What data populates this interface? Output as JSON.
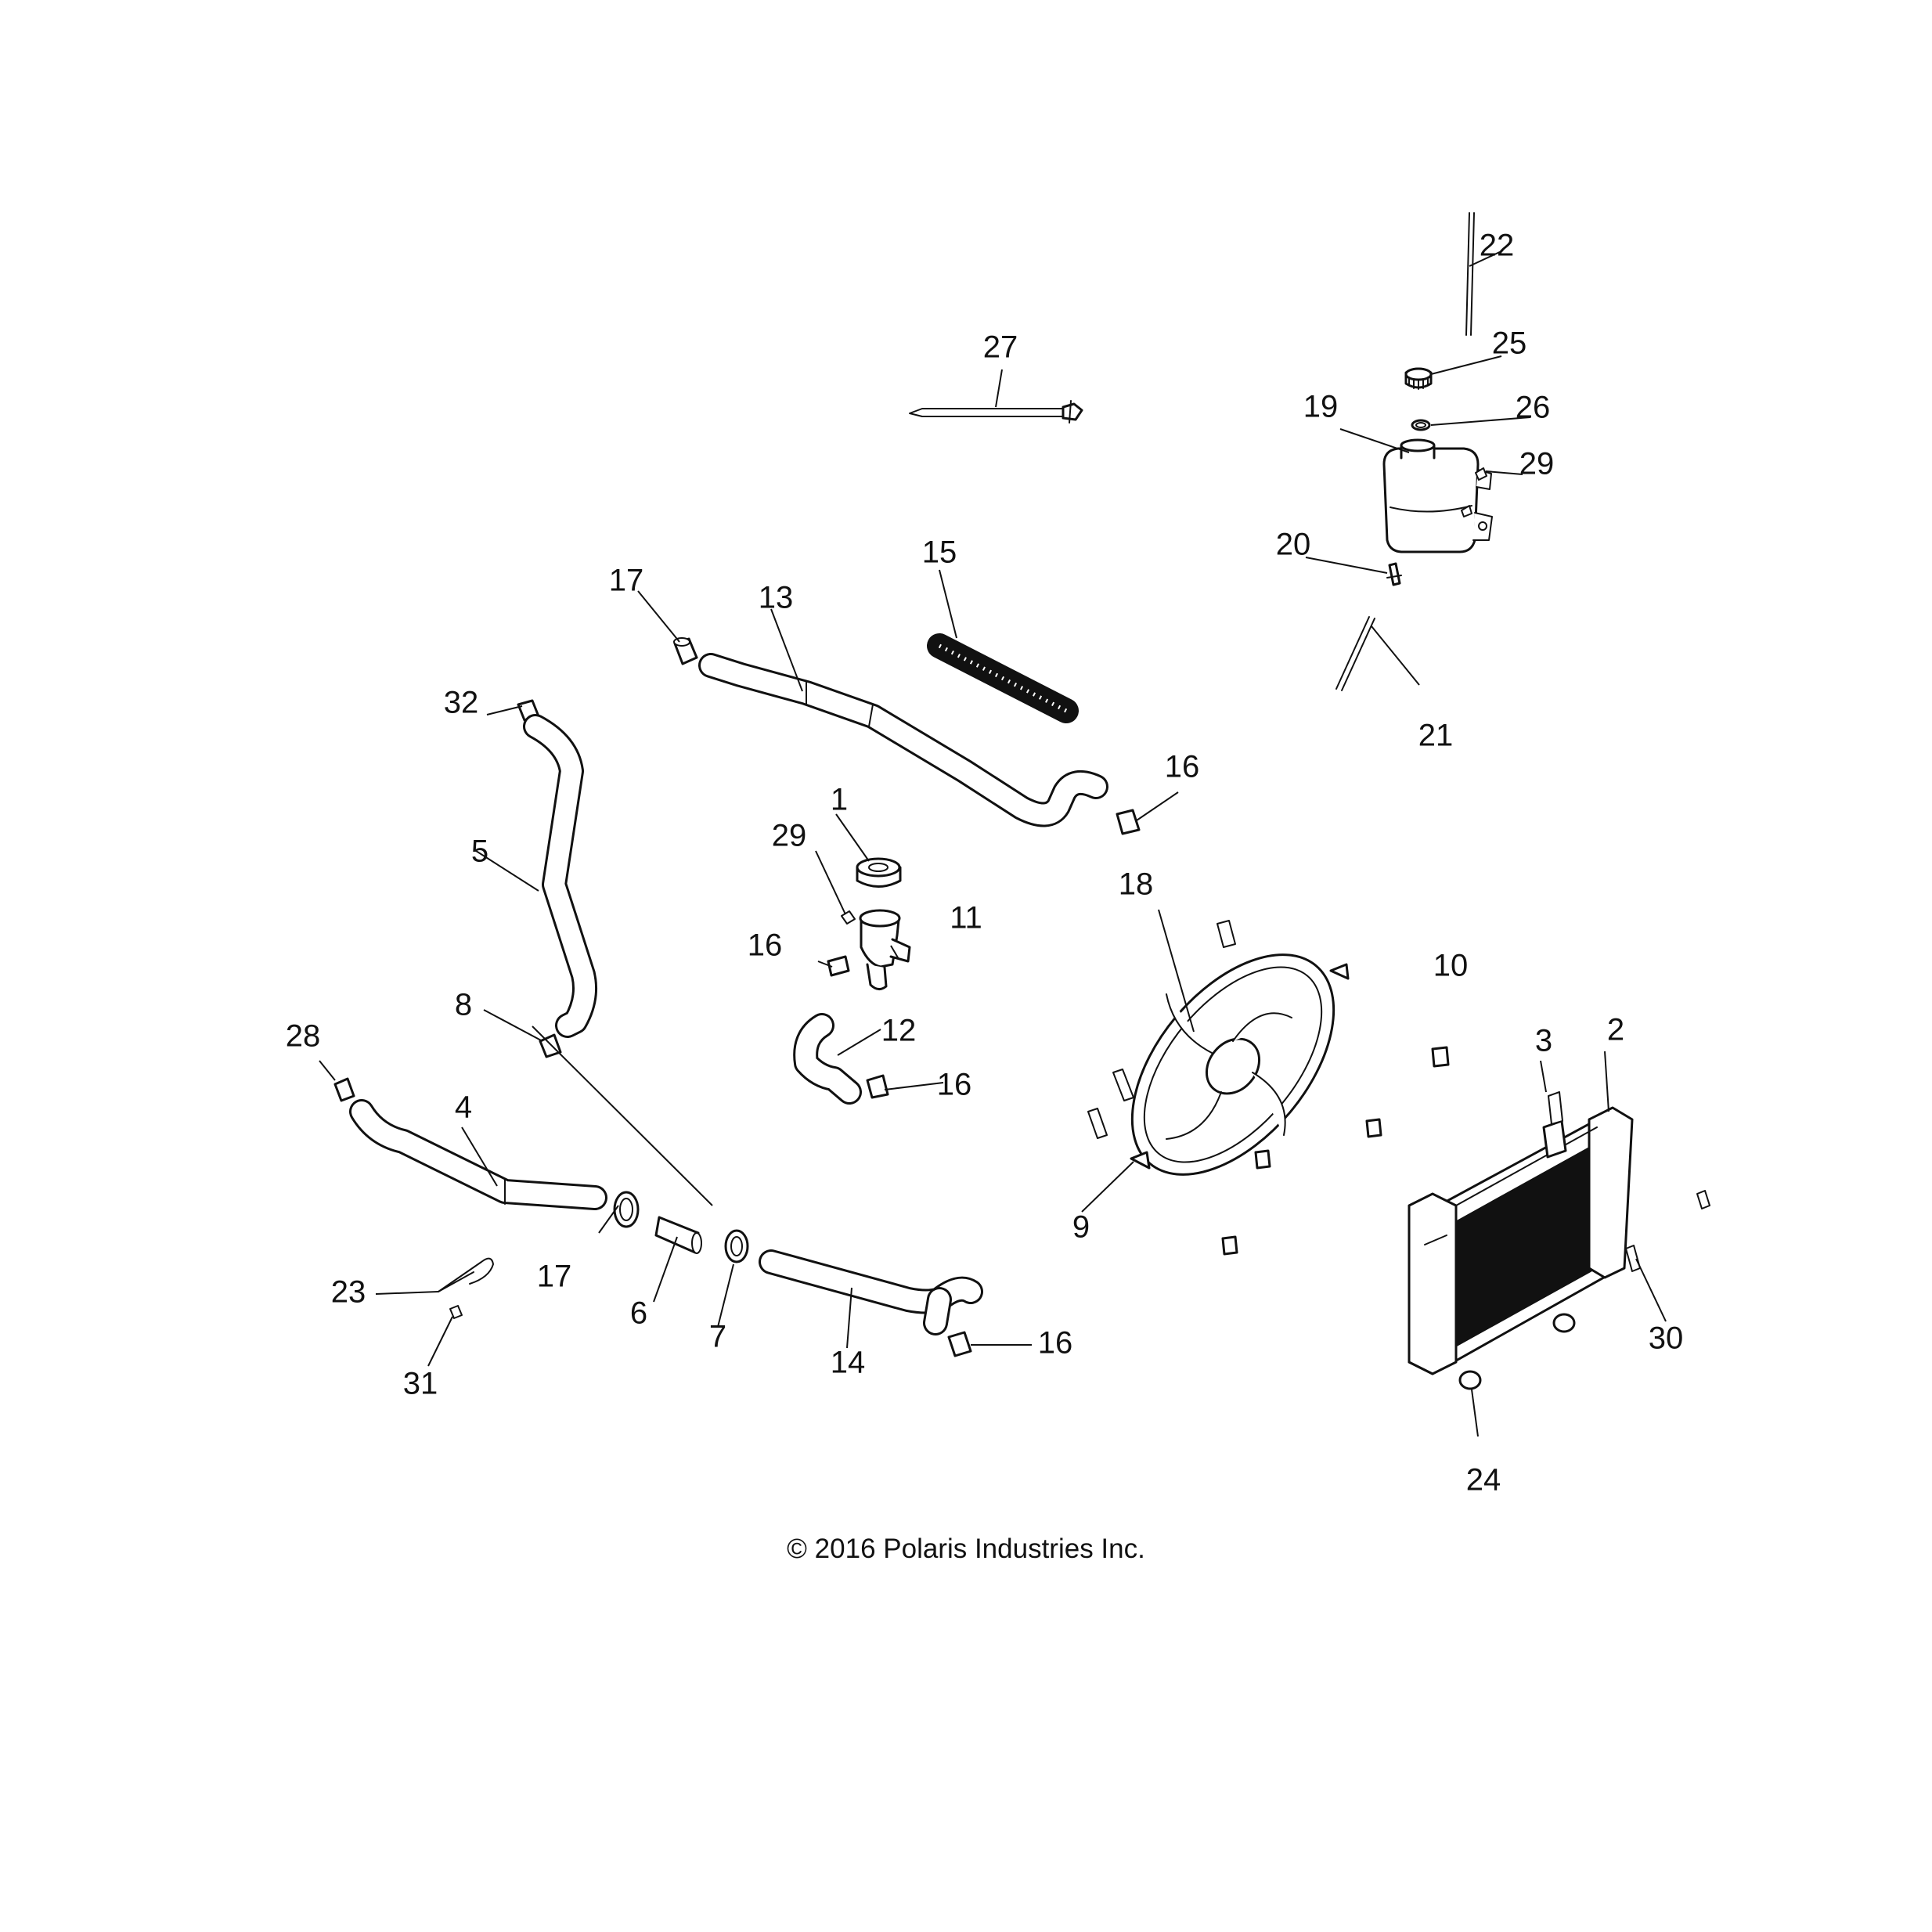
{
  "diagram": {
    "copyright": "© 2016 Polaris Industries Inc.",
    "callouts": [
      "1",
      "2",
      "3",
      "4",
      "5",
      "6",
      "7",
      "8",
      "9",
      "10",
      "11",
      "12",
      "13",
      "14",
      "15",
      "16",
      "16",
      "16",
      "16",
      "17",
      "17",
      "18",
      "19",
      "20",
      "21",
      "22",
      "23",
      "24",
      "25",
      "26",
      "27",
      "28",
      "29",
      "29",
      "30",
      "31",
      "32"
    ]
  }
}
